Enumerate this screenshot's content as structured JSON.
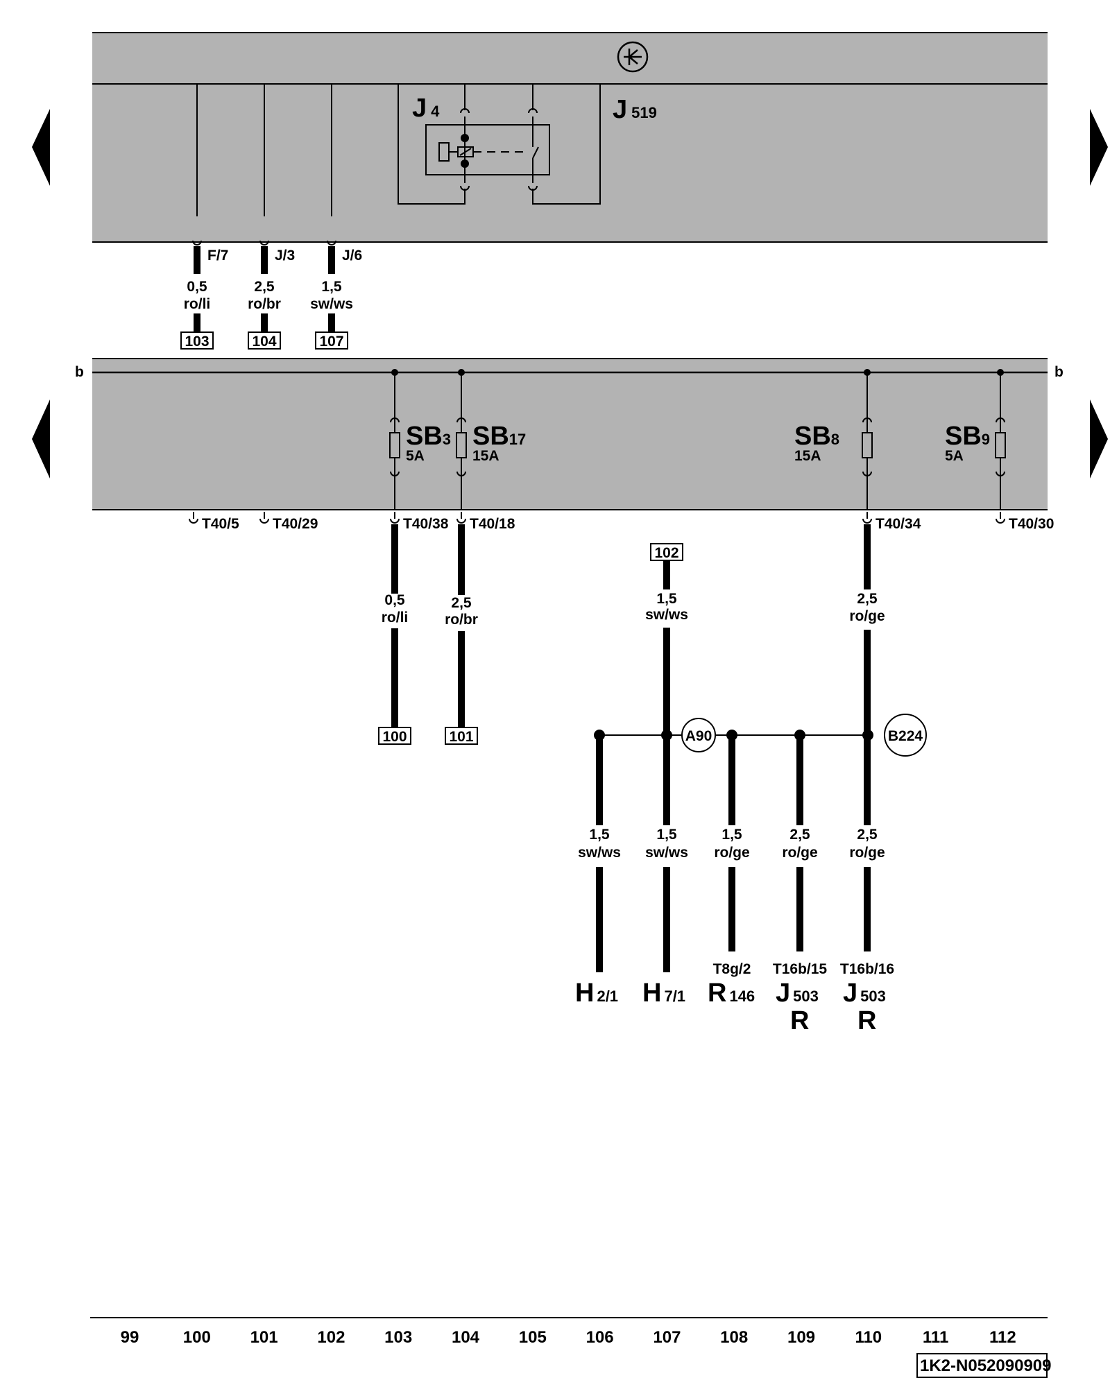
{
  "diagram_id": "1K2-N052090909",
  "bus_label": "b",
  "module_top": {
    "name": "J",
    "num": "519"
  },
  "relay": {
    "name": "J",
    "num": "4"
  },
  "top_wires": [
    {
      "pin": "F/7",
      "gauge": "0,5",
      "color": "ro/li",
      "ref": "103"
    },
    {
      "pin": "J/3",
      "gauge": "2,5",
      "color": "ro/br",
      "ref": "104"
    },
    {
      "pin": "J/6",
      "gauge": "1,5",
      "color": "sw/ws",
      "ref": "107"
    }
  ],
  "fuses": [
    {
      "name": "SB",
      "num": "3",
      "rating": "5A"
    },
    {
      "name": "SB",
      "num": "17",
      "rating": "15A"
    },
    {
      "name": "SB",
      "num": "8",
      "rating": "15A"
    },
    {
      "name": "SB",
      "num": "9",
      "rating": "5A"
    }
  ],
  "terminals": [
    "T40/5",
    "T40/29",
    "T40/38",
    "T40/18",
    "T40/34",
    "T40/30"
  ],
  "mid_wires": [
    {
      "gauge": "0,5",
      "color": "ro/li",
      "ref": "100"
    },
    {
      "gauge": "2,5",
      "color": "ro/br",
      "ref": "101"
    },
    {
      "gauge": "1,5",
      "color": "sw/ws",
      "ref": "102"
    },
    {
      "gauge": "2,5",
      "color": "ro/ge"
    }
  ],
  "nodes": [
    "A90",
    "B224"
  ],
  "bottom_wires": [
    {
      "gauge": "1,5",
      "color": "sw/ws",
      "conn": "",
      "comp": "H",
      "num": "2/1",
      "extra": ""
    },
    {
      "gauge": "1,5",
      "color": "sw/ws",
      "conn": "",
      "comp": "H",
      "num": "7/1",
      "extra": ""
    },
    {
      "gauge": "1,5",
      "color": "ro/ge",
      "conn": "T8g/2",
      "comp": "R",
      "num": "146",
      "extra": ""
    },
    {
      "gauge": "2,5",
      "color": "ro/ge",
      "conn": "T16b/15",
      "comp": "J",
      "num": "503",
      "extra": "R"
    },
    {
      "gauge": "2,5",
      "color": "ro/ge",
      "conn": "T16b/16",
      "comp": "J",
      "num": "503",
      "extra": "R"
    }
  ],
  "columns": [
    "99",
    "100",
    "101",
    "102",
    "103",
    "104",
    "105",
    "106",
    "107",
    "108",
    "109",
    "110",
    "111",
    "112"
  ]
}
